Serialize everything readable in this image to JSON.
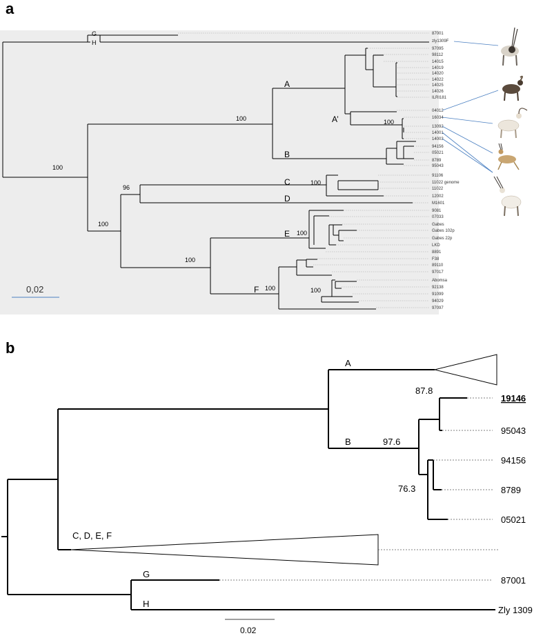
{
  "panel_a": {
    "letter": "a",
    "scale_label": "0,02",
    "clade_labels": [
      "A",
      "A’",
      "B",
      "C",
      "D",
      "E",
      "F",
      "G",
      "H"
    ],
    "support_values": [
      "100",
      "100",
      "96",
      "100",
      "100",
      "100",
      "100",
      "100",
      "100"
    ],
    "tips": [
      "87001",
      "zly1309F",
      "97095",
      "98112",
      "14015",
      "14019",
      "14020",
      "14022",
      "14025",
      "14026",
      "ILRI181",
      "04012",
      "16034",
      "13092",
      "14001",
      "14003",
      "94156",
      "05021",
      "8789",
      "95043",
      "91106",
      "11022 genome",
      "11022",
      "12002",
      "M1601",
      "9081",
      "07033",
      "Gabes",
      "Gabes 102p",
      "Gabes 22p",
      "LKD",
      "8891",
      "F38",
      "89110",
      "97017",
      "Abomsa",
      "92138",
      "91099",
      "94029",
      "97097"
    ],
    "animal_icons": [
      "addax-icon",
      "ibex-icon",
      "oryx-dammah-icon",
      "dorcas-gazelle-icon",
      "arabian-oryx-icon"
    ]
  },
  "panel_b": {
    "letter": "b",
    "scale_label": "0.02",
    "clade_labels": [
      "A",
      "B",
      "C, D, E, F",
      "G",
      "H"
    ],
    "support_values": [
      "87.8",
      "97.6",
      "76.3"
    ],
    "tips": [
      "19146",
      "95043",
      "94156",
      "8789",
      "05021",
      "87001",
      "Zly 1309"
    ]
  }
}
